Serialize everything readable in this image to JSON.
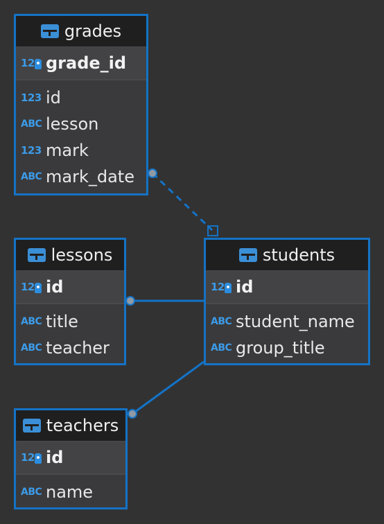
{
  "entities": {
    "grades": {
      "title": "grades",
      "pk": {
        "type": "123",
        "name": "grade_id"
      },
      "columns": [
        {
          "type": "123",
          "name": "id"
        },
        {
          "type": "ABC",
          "name": "lesson"
        },
        {
          "type": "123",
          "name": "mark"
        },
        {
          "type": "ABC",
          "name": "mark_date"
        }
      ]
    },
    "lessons": {
      "title": "lessons",
      "pk": {
        "type": "123",
        "name": "id"
      },
      "columns": [
        {
          "type": "ABC",
          "name": "title"
        },
        {
          "type": "ABC",
          "name": "teacher"
        }
      ]
    },
    "students": {
      "title": "students",
      "pk": {
        "type": "123",
        "name": "id"
      },
      "columns": [
        {
          "type": "ABC",
          "name": "student_name"
        },
        {
          "type": "ABC",
          "name": "group_title"
        }
      ]
    },
    "teachers": {
      "title": "teachers",
      "pk": {
        "type": "123",
        "name": "id"
      },
      "columns": [
        {
          "type": "ABC",
          "name": "name"
        }
      ]
    }
  },
  "colors": {
    "background": "#323233",
    "border": "#1473c6",
    "type_icon": "#3c9be8",
    "link": "#1473c6",
    "endpoint": "#8e9aa6"
  }
}
